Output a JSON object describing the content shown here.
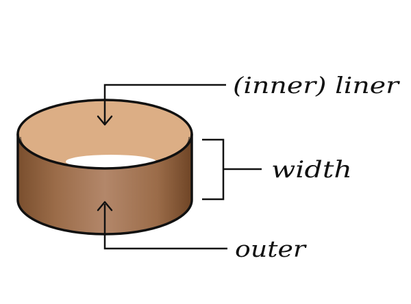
{
  "labels": {
    "inner_liner": "(inner) liner",
    "width": "width",
    "outer": "outer"
  },
  "colors": {
    "outline": "#111111",
    "inner_surface": "#dcae85",
    "band_dark": "#7f5330",
    "band_light": "#ad7f5e",
    "hole": "#ffffff"
  }
}
